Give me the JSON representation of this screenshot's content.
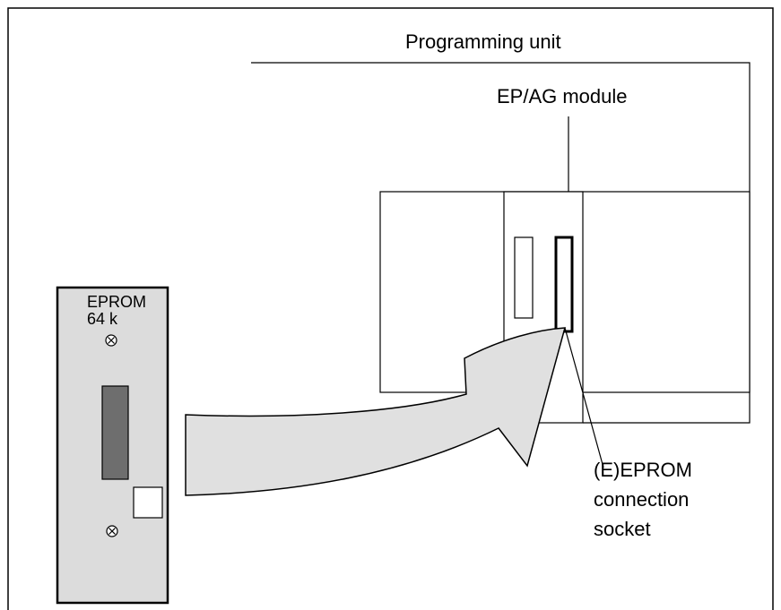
{
  "labels": {
    "programming_unit": "Programming unit",
    "ep_ag_module": "EP/AG module",
    "eprom_title": "EPROM",
    "eprom_size": "64 k",
    "socket_line1": "(E)EPROM",
    "socket_line2": "connection",
    "socket_line3": "socket"
  },
  "colors": {
    "outline": "#000000",
    "card_fill": "#dcdcdc",
    "window_fill": "#6e6e6e",
    "arrow_fill": "#e0e0e0",
    "background": "#ffffff"
  }
}
